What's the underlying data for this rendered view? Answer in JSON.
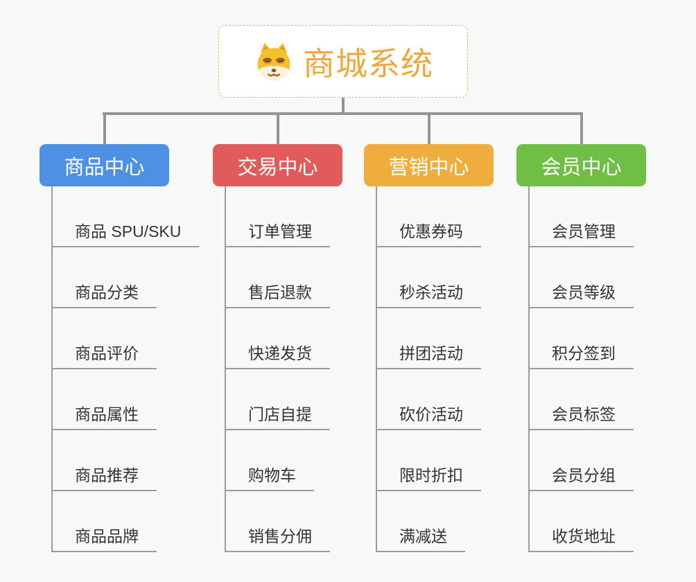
{
  "root": {
    "title": "商城系统",
    "icon": "doge-face-icon",
    "title_color": "#F0A73C",
    "border_color": "#F2B558"
  },
  "branches": [
    {
      "label": "商品中心",
      "color": "#4D90E4",
      "children": [
        "商品 SPU/SKU",
        "商品分类",
        "商品评价",
        "商品属性",
        "商品推荐",
        "商品品牌"
      ]
    },
    {
      "label": "交易中心",
      "color": "#E25B5B",
      "children": [
        "订单管理",
        "售后退款",
        "快递发货",
        "门店自提",
        "购物车",
        "销售分佣"
      ]
    },
    {
      "label": "营销中心",
      "color": "#EFAD3E",
      "children": [
        "优惠券码",
        "秒杀活动",
        "拼团活动",
        "砍价活动",
        "限时折扣",
        "满减送"
      ]
    },
    {
      "label": "会员中心",
      "color": "#6FBE45",
      "children": [
        "会员管理",
        "会员等级",
        "积分签到",
        "会员标签",
        "会员分组",
        "收货地址"
      ]
    }
  ],
  "colors": {
    "connector": "#949494",
    "child_line": "#9B9B9B",
    "item_text": "#333333",
    "background": "#F7F8F8"
  }
}
